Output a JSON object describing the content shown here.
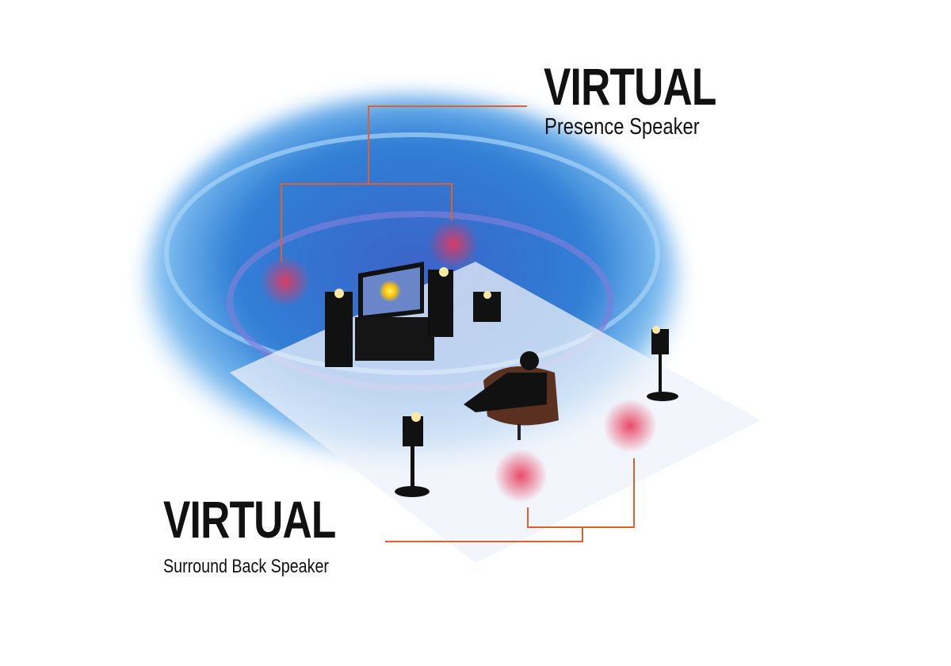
{
  "labels": {
    "presence": {
      "title": "VIRTUAL",
      "subtitle": "Presence Speaker"
    },
    "surround_back": {
      "title": "VIRTUAL",
      "subtitle": "Surround Back Speaker"
    }
  },
  "colors": {
    "leader_line": "#e0602e",
    "virtual_glow": "#e8365a",
    "field_blue": "#2a73d2",
    "floor": "#eef2fa"
  }
}
